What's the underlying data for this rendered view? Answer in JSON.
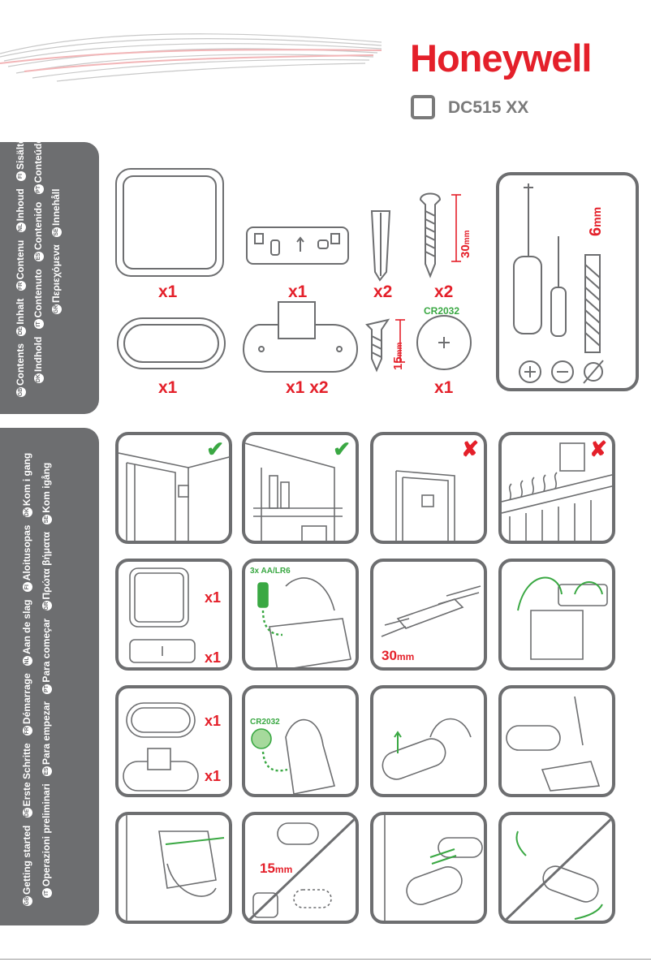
{
  "header": {
    "brand": "Honeywell",
    "model": "DC515 XX"
  },
  "contents_tab": {
    "lines": [
      [
        [
          "GB",
          "Contents"
        ],
        [
          "DE",
          "Inhalt"
        ],
        [
          "FR",
          "Contenu"
        ],
        [
          "NL",
          "Inhoud"
        ],
        [
          "FI",
          "Sisältö"
        ]
      ],
      [
        [
          "DK",
          "Indhold"
        ],
        [
          "IT",
          "Contenuto"
        ],
        [
          "ES",
          "Contenido"
        ],
        [
          "PT",
          "Conteúdo"
        ]
      ],
      [
        [
          "GR",
          "Περιεχόμενα"
        ],
        [
          "SE",
          "Innehåll"
        ]
      ]
    ]
  },
  "start_tab": {
    "lines": [
      [
        [
          "GB",
          "Getting started"
        ],
        [
          "DE",
          "Erste Schritte"
        ],
        [
          "FR",
          "Démarrage"
        ],
        [
          "NL",
          "Aan de slag"
        ],
        [
          "FI",
          "Aloitusopas"
        ],
        [
          "DK",
          "Kom i gang"
        ]
      ],
      [
        [
          "IT",
          "Operazioni preliminari"
        ],
        [
          "ES",
          "Para empezar"
        ],
        [
          "PT",
          "Para começar"
        ],
        [
          "GR",
          "Πρώτα βήματα"
        ],
        [
          "SE",
          "Kom igång"
        ]
      ]
    ]
  },
  "contents": {
    "qty_receiver": "x1",
    "qty_bracket": "x1",
    "qty_plug": "x2",
    "qty_screw": "x2",
    "screw_length": "30",
    "screw_unit": "mm",
    "qty_push": "x1",
    "qty_push_bracket": "x1 x2",
    "short_screw_length": "15",
    "short_screw_unit": "mm",
    "battery_label": "CR2032",
    "qty_battery": "x1",
    "tool_size": "6",
    "tool_unit": "mm"
  },
  "steps": {
    "check": "✔",
    "cross": "✘",
    "qty_a": "x1",
    "qty_b": "x1",
    "batteries": "3x AA/LR6",
    "screw_30": "30",
    "qty_c": "x1",
    "qty_d": "x1",
    "battery2": "CR2032",
    "screw_15": "15",
    "unit": "mm"
  },
  "colors": {
    "accent": "#e4202a",
    "tab": "#6d6e70",
    "ok": "#3aa843"
  }
}
